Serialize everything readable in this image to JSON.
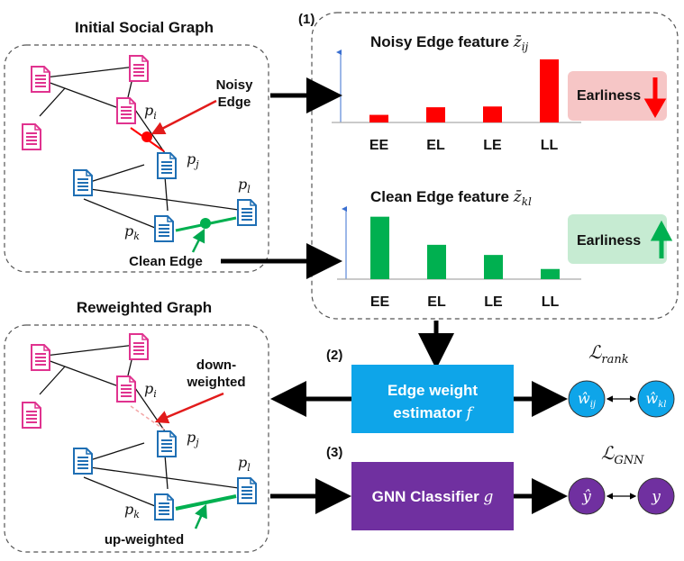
{
  "graphs": {
    "initial_title": "Initial Social Graph",
    "reweighted_title": "Reweighted Graph",
    "node_labels": {
      "pi": "p",
      "pi_sub": "i",
      "pj": "p",
      "pj_sub": "j",
      "pk": "p",
      "pk_sub": "k",
      "pl": "p",
      "pl_sub": "l"
    },
    "noisy_edge_line1": "Noisy",
    "noisy_edge_line2": "Edge",
    "clean_edge": "Clean Edge",
    "down_line1": "down-",
    "down_line2": "weighted",
    "up_weighted": "up-weighted"
  },
  "steps": {
    "step1": "(1)",
    "step2": "(2)",
    "step3": "(3)"
  },
  "modules": {
    "estimator_line1": "Edge weight",
    "estimator_line2": "estimator",
    "estimator_symbol": "f",
    "classifier_label": "GNN Classifier",
    "classifier_symbol": "g"
  },
  "losses": {
    "rank_symbol": "ℒ",
    "rank_sub": "rank",
    "gnn_symbol": "ℒ",
    "gnn_sub": "GNN",
    "w_ij": "ŵ",
    "w_ij_sub": "ij",
    "w_kl": "ŵ",
    "w_kl_sub": "kl",
    "y_hat": "ŷ",
    "y": "y"
  },
  "colors": {
    "pink_doc": "#e0338f",
    "blue_doc": "#1f6fb4",
    "noisy_red": "#ff0000",
    "clean_green": "#00b050",
    "estimator_blue": "#0ea5e9",
    "classifier_purple": "#7030a0",
    "earliness_down_bg": "#f6c6c6",
    "earliness_up_bg": "#c6ebd2"
  },
  "chart_data": [
    {
      "type": "bar",
      "title_text": "Noisy Edge feature ",
      "title_symbol": "z̄",
      "title_sub": "ij",
      "categories": [
        "EE",
        "EL",
        "LE",
        "LL"
      ],
      "values": [
        1,
        2,
        2.1,
        8.3
      ],
      "ylim": [
        0,
        9
      ],
      "color": "#ff0000",
      "badge": "Earliness",
      "badge_direction": "down"
    },
    {
      "type": "bar",
      "title_text": "Clean Edge feature ",
      "title_symbol": "z̄",
      "title_sub": "kl",
      "categories": [
        "EE",
        "EL",
        "LE",
        "LL"
      ],
      "values": [
        8,
        4.4,
        3.1,
        1.3
      ],
      "ylim": [
        0,
        9
      ],
      "color": "#00b050",
      "badge": "Earliness",
      "badge_direction": "up"
    }
  ]
}
